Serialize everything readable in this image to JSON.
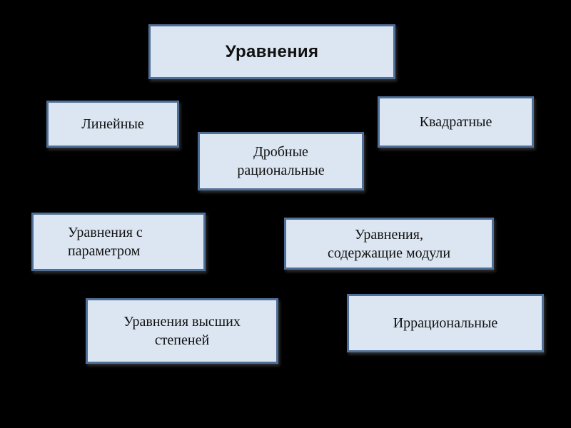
{
  "diagram": {
    "title": "Уравнения",
    "categories": {
      "linear": "Линейные",
      "quadratic": "Квадратные",
      "fractional_rational": "Дробные\nрациональные",
      "with_parameter": "Уравнения с\nпараметром",
      "with_modulus": "Уравнения,\nсодержащие модули",
      "higher_degree": "Уравнения высших\nстепеней",
      "irrational": "Иррациональные"
    }
  },
  "colors": {
    "background": "#000000",
    "box_fill": "#dce6f2",
    "box_border": "#4f6f96",
    "text": "#111111"
  }
}
